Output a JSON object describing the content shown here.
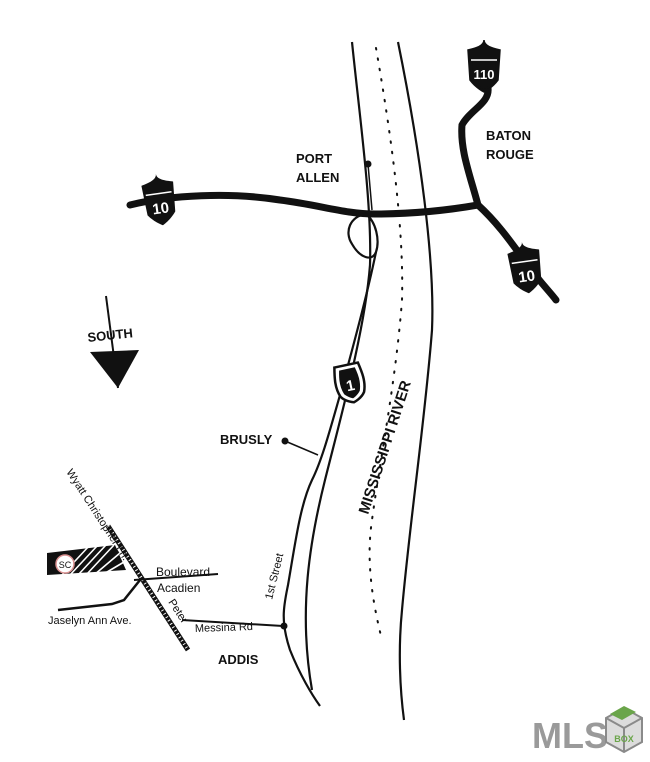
{
  "places": {
    "port_allen_1": "PORT",
    "port_allen_2": "ALLEN",
    "baton_rouge_1": "BATON",
    "baton_rouge_2": "ROUGE",
    "brusly": "BRUSLY",
    "addis": "ADDIS"
  },
  "river": {
    "name": "MISSISSIPPI RIVER"
  },
  "compass": {
    "label": "SOUTH"
  },
  "highways": {
    "i110": "110",
    "i10_west": "10",
    "i10_east": "10",
    "us1": "1"
  },
  "streets": {
    "first_street": "1st Street",
    "wyatt": "Wyatt Christopher Ln.",
    "boulevard": "Boulevard",
    "acadien": "Acadien",
    "jaselyn": "Jaselyn Ann Ave.",
    "peter": "Peter",
    "messina": "Messina Rd"
  },
  "subdivision": {
    "badge": "SC"
  },
  "logo": {
    "text": "MLS",
    "box_letters": "BOX"
  },
  "colors": {
    "ink": "#111111",
    "background": "#ffffff",
    "logo_gray": "#9a9a9a",
    "logo_green": "#6aa54a"
  }
}
